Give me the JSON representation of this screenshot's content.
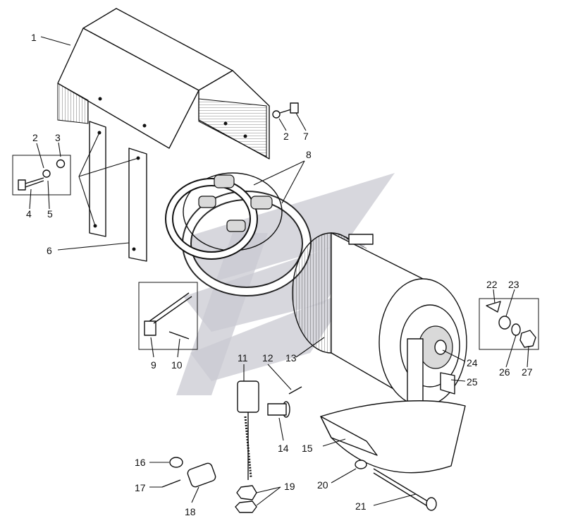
{
  "callouts": [
    "1",
    "2",
    "3",
    "4",
    "5",
    "6",
    "2",
    "7",
    "8",
    "9",
    "10",
    "11",
    "12",
    "13",
    "14",
    "15",
    "16",
    "17",
    "18",
    "19",
    "20",
    "21",
    "22",
    "23",
    "24",
    "25",
    "26",
    "27"
  ],
  "colors": {
    "ink": "#111111",
    "background": "#ffffff",
    "watermark": "#c9c9d1"
  },
  "watermark": {
    "icon": "grey-stylized-logo-watermark"
  }
}
